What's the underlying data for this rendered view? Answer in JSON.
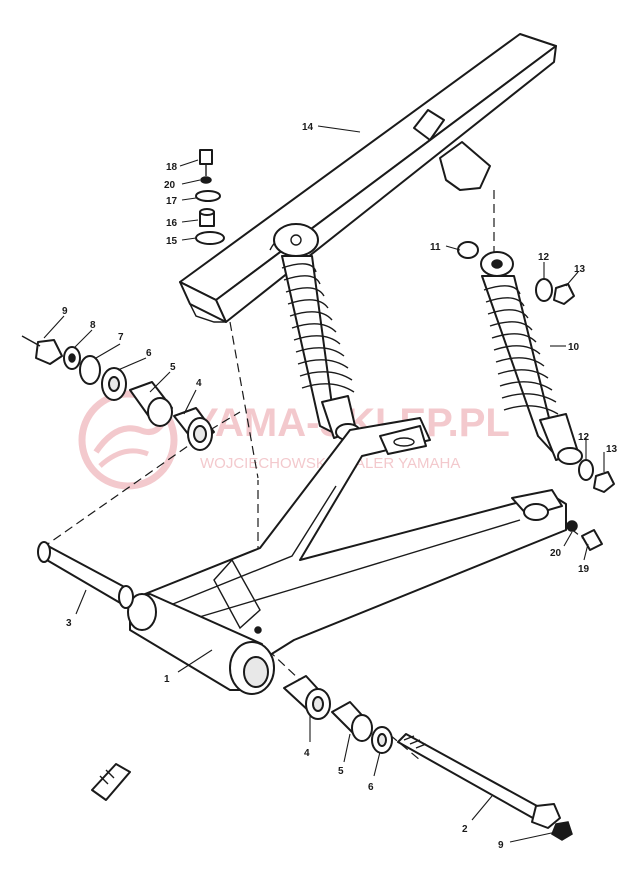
{
  "callouts": [
    {
      "id": "c1",
      "label": "1"
    },
    {
      "id": "c2",
      "label": "2"
    },
    {
      "id": "c3",
      "label": "3"
    },
    {
      "id": "c4a",
      "label": "4"
    },
    {
      "id": "c4b",
      "label": "4"
    },
    {
      "id": "c5a",
      "label": "5"
    },
    {
      "id": "c5b",
      "label": "5"
    },
    {
      "id": "c6a",
      "label": "6"
    },
    {
      "id": "c6b",
      "label": "6"
    },
    {
      "id": "c7",
      "label": "7"
    },
    {
      "id": "c8",
      "label": "8"
    },
    {
      "id": "c9a",
      "label": "9"
    },
    {
      "id": "c9b",
      "label": "9"
    },
    {
      "id": "c10",
      "label": "10"
    },
    {
      "id": "c11",
      "label": "11"
    },
    {
      "id": "c12a",
      "label": "12"
    },
    {
      "id": "c12b",
      "label": "12"
    },
    {
      "id": "c13a",
      "label": "13"
    },
    {
      "id": "c13b",
      "label": "13"
    },
    {
      "id": "c14",
      "label": "14"
    },
    {
      "id": "c15",
      "label": "15"
    },
    {
      "id": "c16",
      "label": "16"
    },
    {
      "id": "c17",
      "label": "17"
    },
    {
      "id": "c18",
      "label": "18"
    },
    {
      "id": "c19",
      "label": "19"
    },
    {
      "id": "c20a",
      "label": "20"
    },
    {
      "id": "c20b",
      "label": "20"
    }
  ],
  "watermark": {
    "brand": "YAMA-SKLEP.PL",
    "tagline": "WOJCIECHOWSKI DEALER YAMAHA",
    "color": "#f3c9cd"
  },
  "front_marker": {
    "icon": "front-arrow-icon"
  }
}
